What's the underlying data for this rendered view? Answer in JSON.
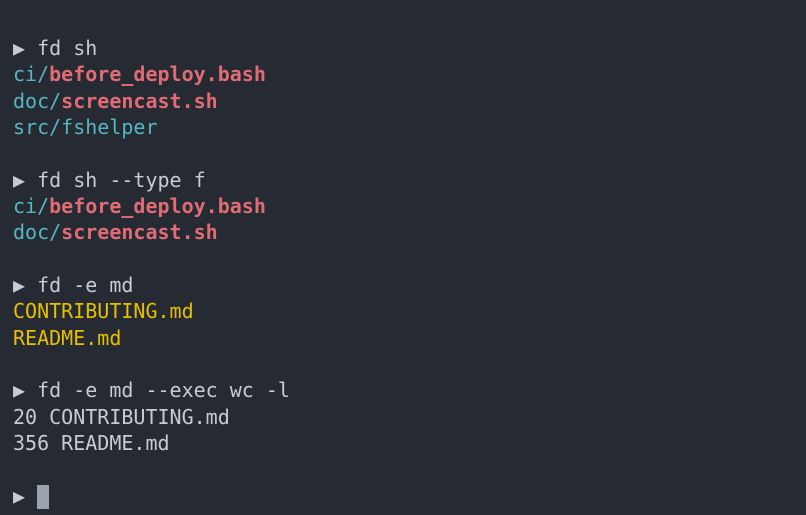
{
  "terminal": {
    "prompt_symbol": "▶",
    "blocks": [
      {
        "command": "fd sh",
        "output": [
          [
            {
              "text": "ci/",
              "style": "dir"
            },
            {
              "text": "before_deploy.bash",
              "style": "file"
            }
          ],
          [
            {
              "text": "doc/",
              "style": "dir"
            },
            {
              "text": "screencast.sh",
              "style": "file"
            }
          ],
          [
            {
              "text": "src/fshelper",
              "style": "plain-cyan"
            }
          ]
        ]
      },
      {
        "command": "fd sh --type f",
        "output": [
          [
            {
              "text": "ci/",
              "style": "dir"
            },
            {
              "text": "before_deploy.bash",
              "style": "file"
            }
          ],
          [
            {
              "text": "doc/",
              "style": "dir"
            },
            {
              "text": "screencast.sh",
              "style": "file"
            }
          ]
        ]
      },
      {
        "command": "fd -e md",
        "output": [
          [
            {
              "text": "CONTRIBUTING.md",
              "style": "md"
            }
          ],
          [
            {
              "text": "README.md",
              "style": "md"
            }
          ]
        ]
      },
      {
        "command": "fd -e md --exec wc -l",
        "output": [
          [
            {
              "text": "20 CONTRIBUTING.md",
              "style": "out"
            }
          ],
          [
            {
              "text": "356 README.md",
              "style": "out"
            }
          ]
        ]
      }
    ],
    "colors": {
      "background": "#252a33",
      "directory": "#56b6c2",
      "executable": "#e06c75",
      "markdown": "#e5c000",
      "text": "#c5ccd6"
    }
  }
}
